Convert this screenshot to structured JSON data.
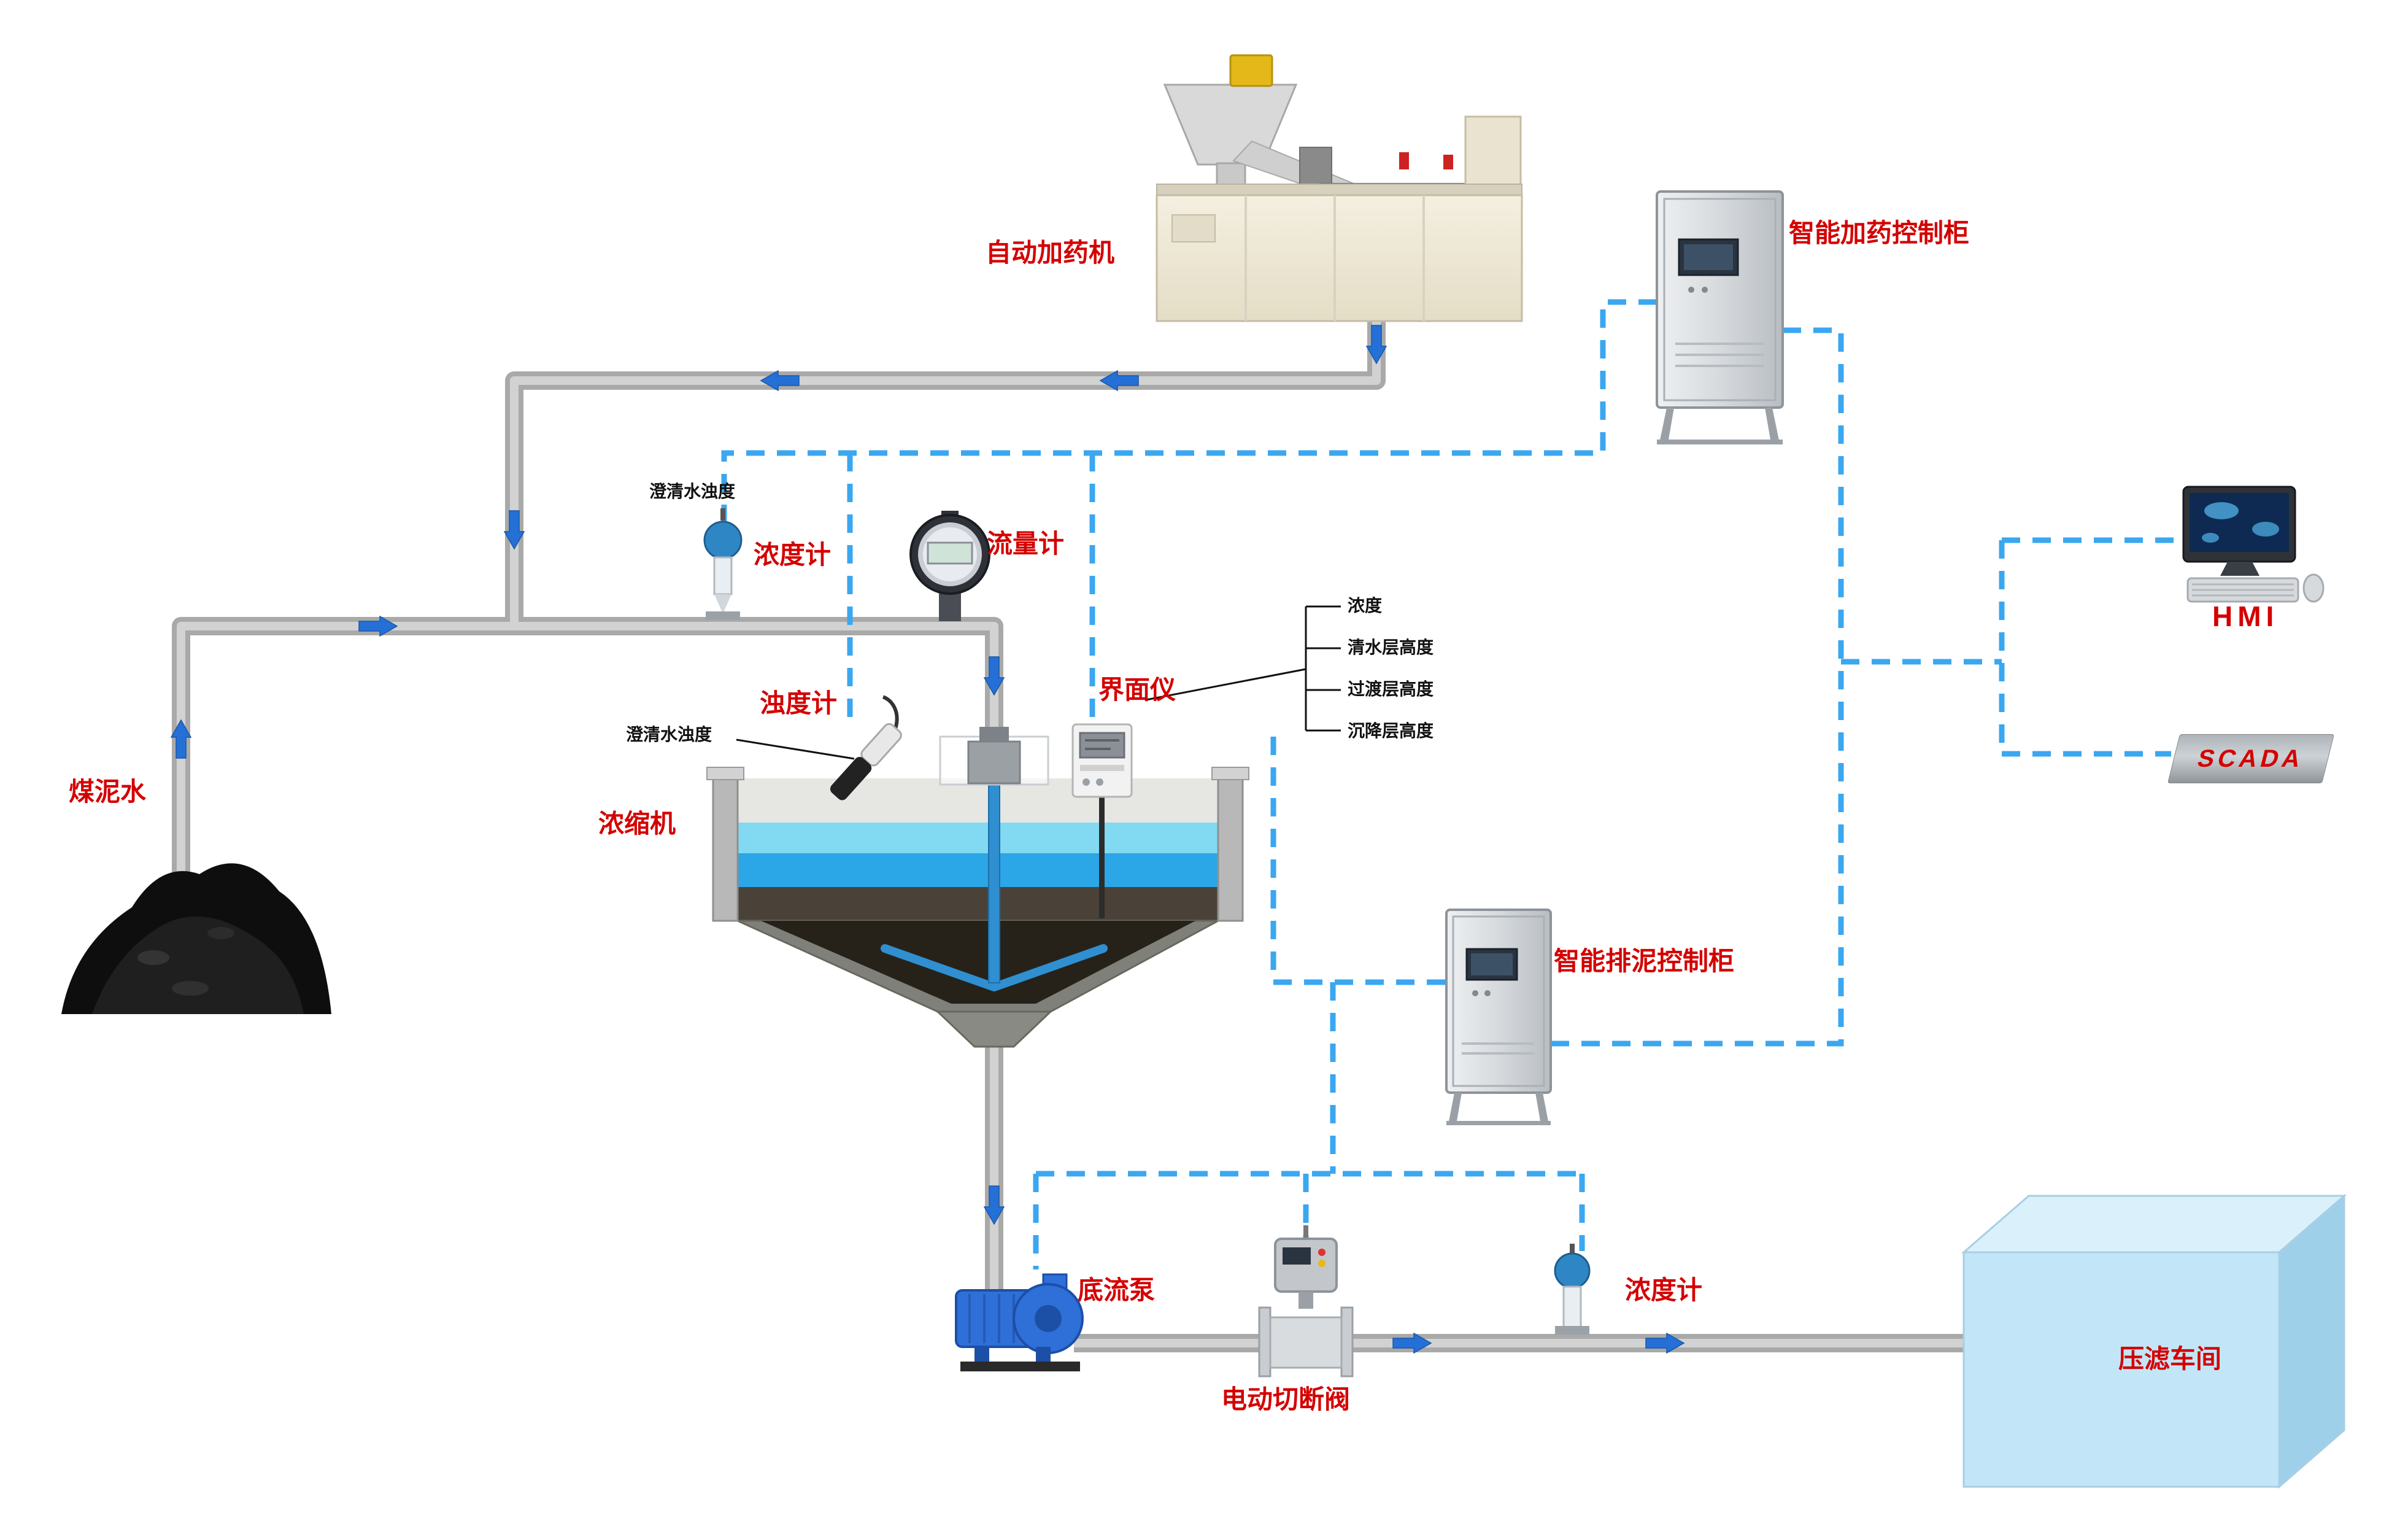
{
  "labels": {
    "coal_slurry_water": "煤泥水",
    "thickener": "浓缩机",
    "density_meter_top": "浓度计",
    "clarified_water_turbidity_top": "澄清水浊度",
    "flow_meter": "流量计",
    "turbidity_meter": "浊度计",
    "clarified_water_turbidity_side": "澄清水浊度",
    "interface_meter": "界面仪",
    "interface_measurements": [
      "浓度",
      "清水层高度",
      "过渡层高度",
      "沉降层高度"
    ],
    "auto_dosing_machine": "自动加药机",
    "smart_dosing_cabinet": "智能加药控制柜",
    "smart_sludge_cabinet": "智能排泥控制柜",
    "hmi": "HMI",
    "scada": "SCADA",
    "underflow_pump": "底流泵",
    "electric_shutoff_valve": "电动切断阀",
    "density_meter_bottom": "浓度计",
    "filter_press_workshop": "压滤车间"
  },
  "colors": {
    "label_red": "#d40000",
    "signal_line_blue": "#3aa7f0",
    "flow_arrow_blue": "#2470d6",
    "pipe_gray": "#a9a9a9",
    "water_surface_cyan": "#82d9f2",
    "water_body_blue": "#2ba6e6",
    "equipment_blue": "#2f6fd8",
    "filter_press_light_blue": "#c2e6f7"
  }
}
